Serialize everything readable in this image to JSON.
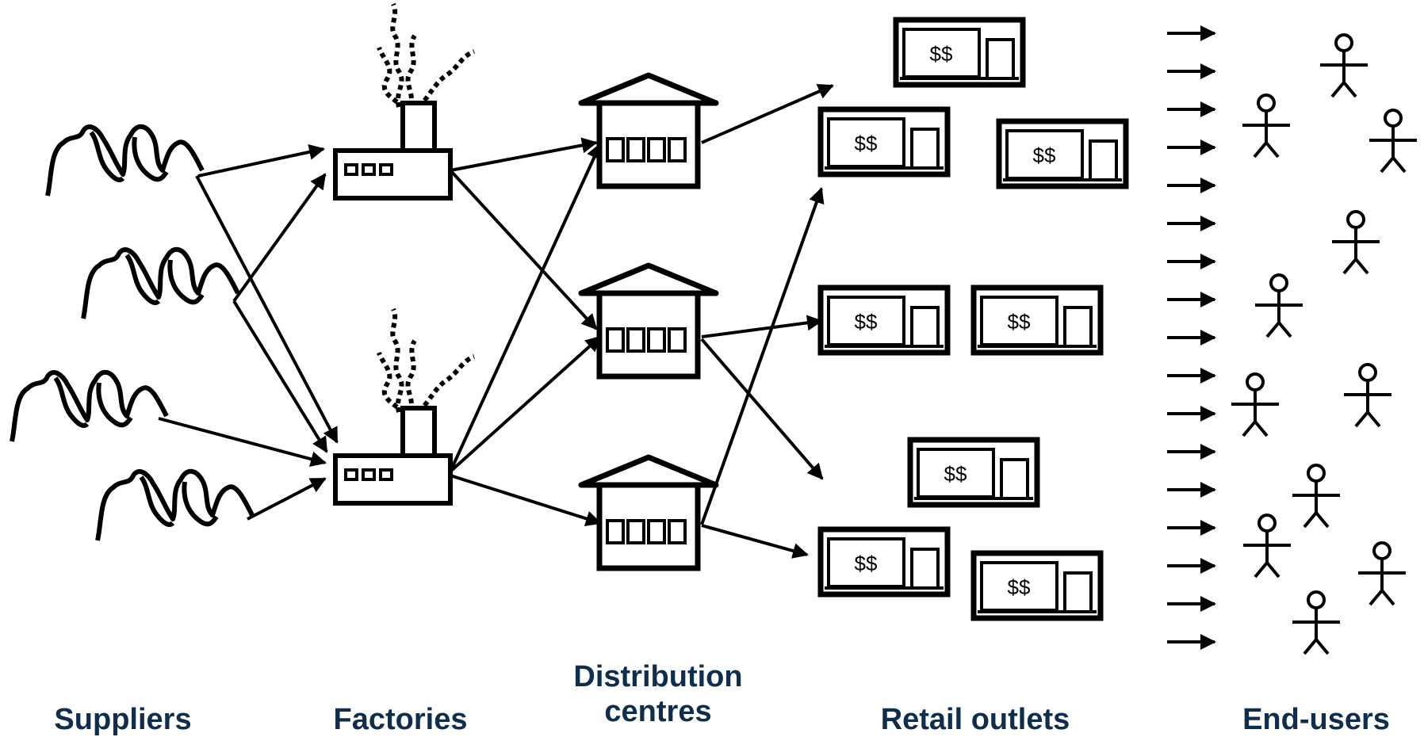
{
  "stages": {
    "suppliers": "Suppliers",
    "factories": "Factories",
    "distribution_line1": "Distribution",
    "distribution_line2": "centres",
    "retail": "Retail outlets",
    "end_users": "End-users"
  },
  "shop_sign": "$$",
  "icons": [
    "mountain-icon",
    "factory-icon",
    "warehouse-icon",
    "shop-icon",
    "person-icon",
    "arrow-icon"
  ]
}
